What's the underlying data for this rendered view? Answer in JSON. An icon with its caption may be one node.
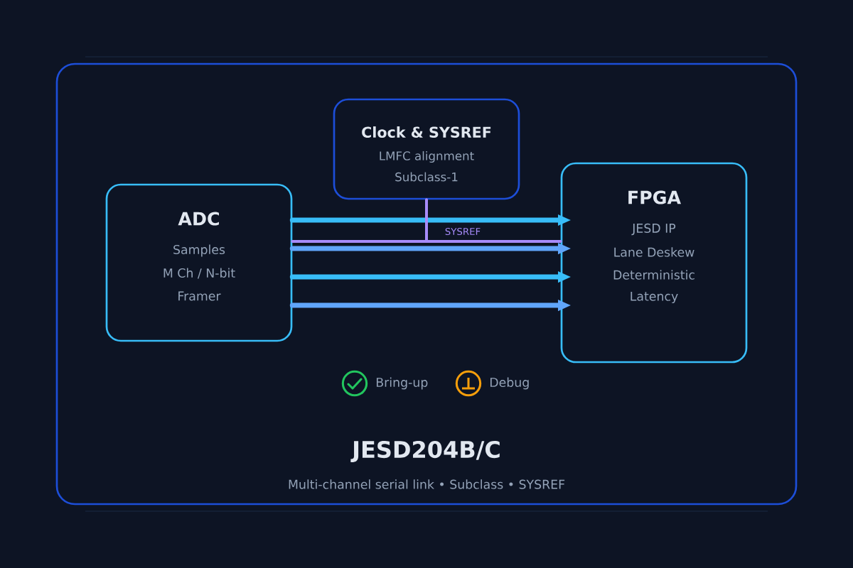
{
  "diagram": {
    "nodes": [
      {
        "text": [
          "JESD204B/C",
          "Multi-channel serial link • Subclass • SYSREF"
        ]
      },
      {
        "text": [
          "Clock & SYSREF",
          "LMFC alignment",
          "Subclass-1"
        ],
        "in": 0
      },
      {
        "text": [
          "ADC",
          "Samples",
          "M Ch / N-bit",
          "Framer"
        ],
        "in": 0
      },
      {
        "text": [
          "FPGA",
          "JESD IP",
          "Lane Deskew",
          "Deterministic",
          "Latency"
        ],
        "in": 0
      }
    ],
    "edges": [
      {
        "from": 2,
        "to": 3,
        "arrow": "to",
        "color": "#38bdf8"
      },
      {
        "from": 2,
        "to": 3,
        "arrow": "to",
        "color": "#60a5fa"
      },
      {
        "from": 2,
        "to": 3,
        "arrow": "to",
        "color": "#38bdf8"
      },
      {
        "from": 2,
        "to": 3,
        "arrow": "to",
        "color": "#60a5fa"
      },
      {
        "from": 1,
        "to": 2,
        "arrow": "none",
        "color": "#a78bfa"
      },
      {
        "from": 1,
        "to": 3,
        "arrow": "none",
        "color": "#a78bfa",
        "label": "SYSREF"
      }
    ],
    "legend": [
      {
        "text": "Bring-up"
      },
      {
        "text": "Debug"
      }
    ]
  }
}
